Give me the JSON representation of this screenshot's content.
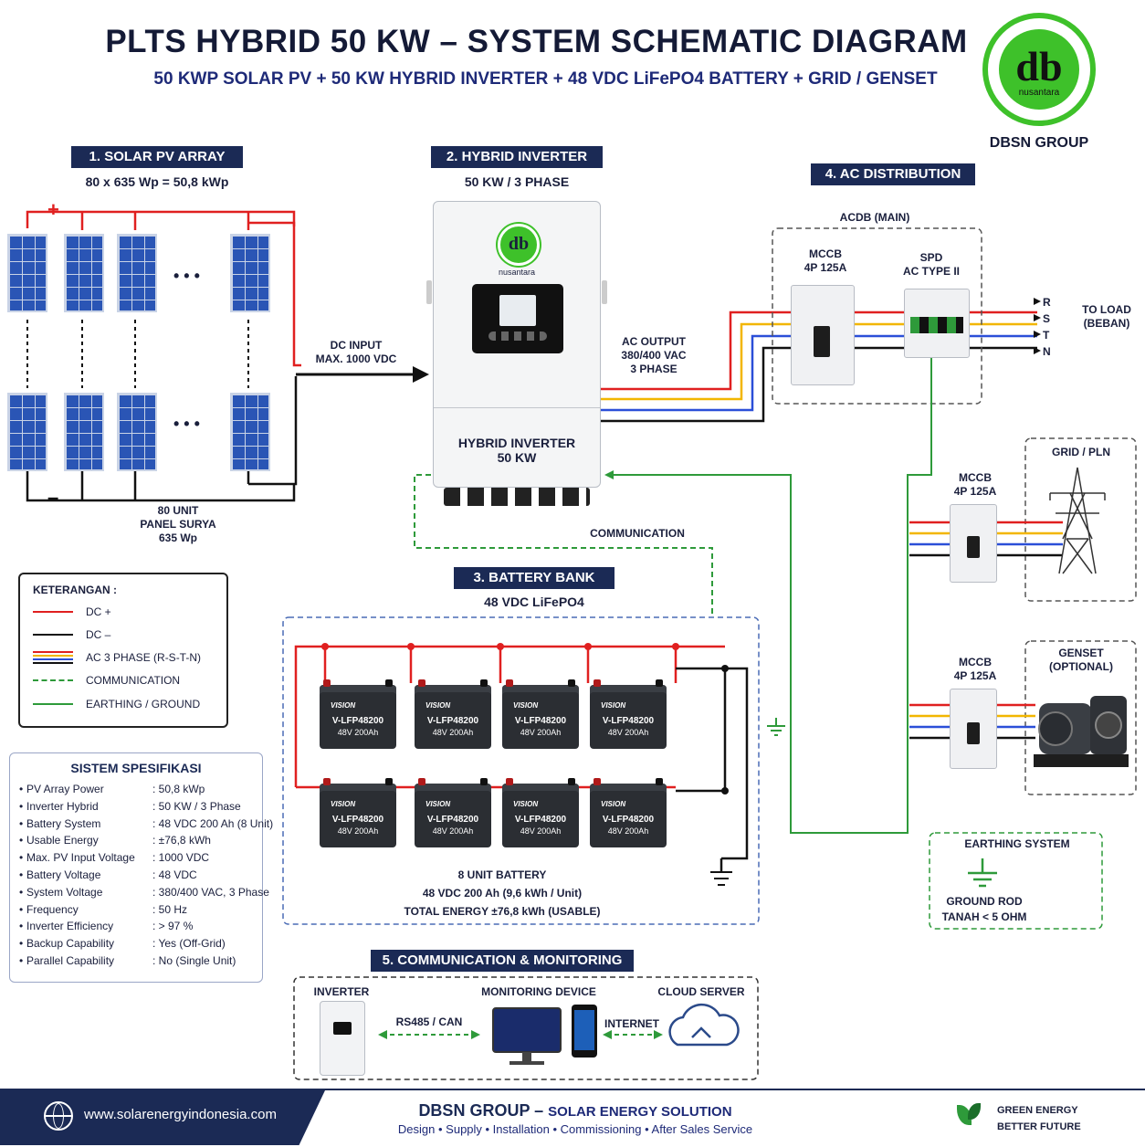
{
  "header": {
    "title": "PLTS HYBRID 50 KW – SYSTEM SCHEMATIC DIAGRAM",
    "subtitle": "50 KWP SOLAR PV + 50 KW HYBRID INVERTER + 48 VDC LiFePO4 BATTERY + GRID / GENSET"
  },
  "logo": {
    "mark": "db",
    "sub": "nusantara",
    "company": "DBSN GROUP",
    "ring_color": "#3ec12a"
  },
  "pv": {
    "section": "1. SOLAR PV ARRAY",
    "sub": "80 x 635 Wp = 50,8 kWp",
    "plus": "+",
    "minus": "–",
    "dots": "• • •",
    "unit_l1": "80 UNIT",
    "unit_l2": "PANEL SURYA",
    "unit_l3": "635 Wp"
  },
  "dc_input": {
    "l1": "DC INPUT",
    "l2": "MAX. 1000 VDC"
  },
  "inverter": {
    "section": "2. HYBRID INVERTER",
    "sub": "50 KW / 3 PHASE",
    "brand": "nusantara",
    "label_l1": "HYBRID INVERTER",
    "label_l2": "50 KW"
  },
  "ac_output": {
    "l1": "AC OUTPUT",
    "l2": "380/400 VAC",
    "l3": "3 PHASE"
  },
  "ac_dist": {
    "section": "4. AC DISTRIBUTION",
    "acdb": "ACDB (MAIN)",
    "mccb_l1": "MCCB",
    "mccb_l2": "4P 125A",
    "spd_l1": "SPD",
    "spd_l2": "AC TYPE II",
    "phases": [
      "R",
      "S",
      "T",
      "N"
    ],
    "load_l1": "TO LOAD",
    "load_l2": "(BEBAN)"
  },
  "grid": {
    "title": "GRID / PLN",
    "mccb_l1": "MCCB",
    "mccb_l2": "4P 125A"
  },
  "genset": {
    "title_l1": "GENSET",
    "title_l2": "(OPTIONAL)",
    "mccb_l1": "MCCB",
    "mccb_l2": "4P 125A"
  },
  "communication_label": "COMMUNICATION",
  "battery": {
    "section": "3. BATTERY BANK",
    "sub": "48 VDC LiFePO4",
    "brand": "VISION",
    "model": "V-LFP48200",
    "spec": "48V 200Ah",
    "count_label": "8 UNIT BATTERY",
    "per_unit": "48 VDC 200 Ah (9,6 kWh / Unit)",
    "total": "TOTAL ENERGY ±76,8 kWh (USABLE)"
  },
  "earthing": {
    "title": "EARTHING SYSTEM",
    "l1": "GROUND ROD",
    "l2": "TANAH < 5 OHM"
  },
  "legend": {
    "title": "KETERANGAN :",
    "items": [
      {
        "label": "DC +",
        "color": "#e02020",
        "style": "solid"
      },
      {
        "label": "DC –",
        "color": "#111111",
        "style": "solid"
      },
      {
        "label": "AC 3 PHASE (R-S-T-N)",
        "color": "#e02020",
        "style": "multi"
      },
      {
        "label": "COMMUNICATION",
        "color": "#2e9a3a",
        "style": "dashed"
      },
      {
        "label": "EARTHING / GROUND",
        "color": "#2e9a3a",
        "style": "solid"
      }
    ]
  },
  "spec": {
    "title": "SISTEM SPESIFIKASI",
    "rows": [
      {
        "k": "PV Array Power",
        "v": ": 50,8 kWp"
      },
      {
        "k": "Inverter Hybrid",
        "v": ": 50 KW / 3 Phase"
      },
      {
        "k": "Battery System",
        "v": ": 48 VDC 200 Ah (8 Unit)"
      },
      {
        "k": "Usable Energy",
        "v": ": ±76,8 kWh"
      },
      {
        "k": "Max. PV Input Voltage",
        "v": ": 1000 VDC"
      },
      {
        "k": "Battery Voltage",
        "v": ": 48 VDC"
      },
      {
        "k": "System Voltage",
        "v": ": 380/400 VAC, 3 Phase"
      },
      {
        "k": "Frequency",
        "v": ": 50 Hz"
      },
      {
        "k": "Inverter Efficiency",
        "v": ": > 97 %"
      },
      {
        "k": "Backup Capability",
        "v": ": Yes (Off-Grid)"
      },
      {
        "k": "Parallel Capability",
        "v": ": No (Single Unit)"
      }
    ]
  },
  "monitoring": {
    "section": "5. COMMUNICATION & MONITORING",
    "inverter": "INVERTER",
    "device": "MONITORING DEVICE",
    "cloud": "CLOUD SERVER",
    "rs485": "RS485 / CAN",
    "internet": "INTERNET"
  },
  "footer": {
    "url": "www.solarenergyindonesia.com",
    "company": "DBSN GROUP",
    "dash": " – ",
    "tagline": "SOLAR ENERGY SOLUTION",
    "services": "Design • Supply • Installation • Commissioning • After Sales Service",
    "green_l1": "GREEN ENERGY",
    "green_l2": "BETTER FUTURE"
  }
}
